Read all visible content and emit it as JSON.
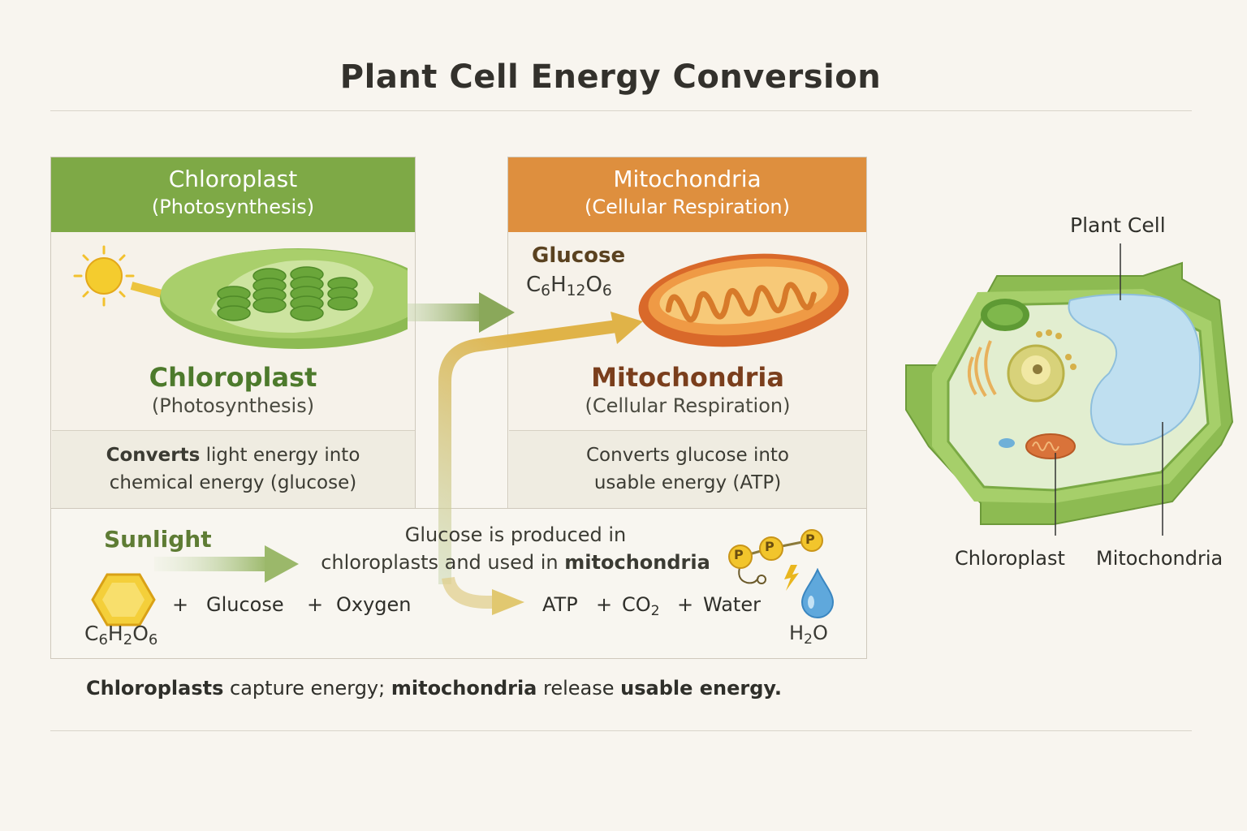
{
  "title": "Plant Cell Energy Conversion",
  "chloroplast_panel": {
    "header_title": "Chloroplast",
    "header_subtitle": "(Photosynthesis)",
    "name": "Chloroplast",
    "process": "(Photosynthesis)",
    "description_line1_bold": "Converts",
    "description_line1_rest": " light energy into",
    "description_line2": "chemical energy (glucose)"
  },
  "mitochondria_panel": {
    "header_title": "Mitochondria",
    "header_subtitle": "(Cellular Respiration)",
    "input_label": "Glucose",
    "formula": {
      "c": "C",
      "c_n": "6",
      "h": "H",
      "h_n": "12",
      "o": "O",
      "o_n": "6"
    },
    "name": "Mitochondria",
    "process": "(Cellular Respiration)",
    "description_line1": "Converts glucose into",
    "description_line2": "usable energy (ATP)"
  },
  "flow": {
    "sunlight_label": "Sunlight",
    "note_line1": "Glucose is produced in",
    "note_line2_start": "chloroplasts and used in ",
    "note_line2_bold": "mitochondria",
    "glucose_formula": {
      "c": "C",
      "c_n": "6",
      "h": "H",
      "h_n": "2",
      "o": "O",
      "o_n": "6"
    },
    "plus": "+",
    "glucose": "Glucose",
    "oxygen": "Oxygen",
    "atp": "ATP",
    "co2": {
      "base": "CO",
      "n": "2"
    },
    "water": "Water",
    "h2o": {
      "h": "H",
      "n": "2",
      "o": "O"
    },
    "atp_symbol": "P"
  },
  "caption": {
    "part1_bold": "Chloroplasts",
    "part2": " capture energy; ",
    "part3_bold": "mitochondria",
    "part4": " release ",
    "part5_bold": "usable energy."
  },
  "cell_diagram": {
    "title": "Plant Cell",
    "label_chloroplast": "Chloroplast",
    "label_mitochondria": "Mitochondria"
  },
  "colors": {
    "green_header": "#7ea946",
    "orange_header": "#de8f3e",
    "chloroplast_name": "#4d7a2c",
    "mitochondria_name": "#7a3e1c"
  }
}
